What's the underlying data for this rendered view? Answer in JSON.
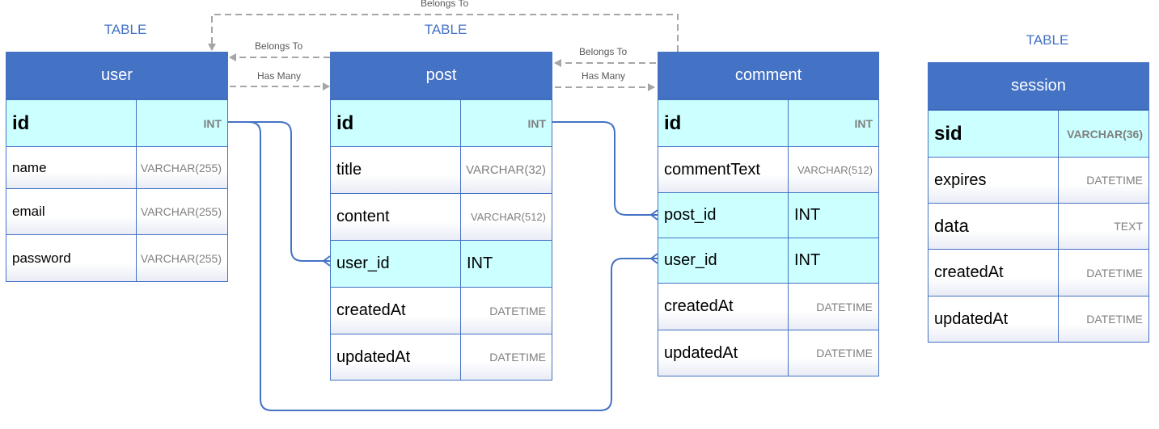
{
  "header_labels": [
    "TABLE",
    "TABLE",
    "TABLE"
  ],
  "tables": [
    {
      "name": "user",
      "columns": [
        {
          "name": "id",
          "type": "INT",
          "kind": "pk"
        },
        {
          "name": "name",
          "type": "VARCHAR(255)",
          "kind": "plain"
        },
        {
          "name": "email",
          "type": "VARCHAR(255)",
          "kind": "plain"
        },
        {
          "name": "password",
          "type": "VARCHAR(255)",
          "kind": "plain"
        }
      ]
    },
    {
      "name": "post",
      "columns": [
        {
          "name": "id",
          "type": "INT",
          "kind": "pk"
        },
        {
          "name": "title",
          "type": "VARCHAR(32)",
          "kind": "plain"
        },
        {
          "name": "content",
          "type": "VARCHAR(512)",
          "kind": "plain"
        },
        {
          "name": "user_id",
          "type": "INT",
          "kind": "fk"
        },
        {
          "name": "createdAt",
          "type": "DATETIME",
          "kind": "plain"
        },
        {
          "name": "updatedAt",
          "type": "DATETIME",
          "kind": "plain"
        }
      ]
    },
    {
      "name": "comment",
      "columns": [
        {
          "name": "id",
          "type": "INT",
          "kind": "pk"
        },
        {
          "name": "commentText",
          "type": "VARCHAR(512)",
          "kind": "plain"
        },
        {
          "name": "post_id",
          "type": "INT",
          "kind": "fk"
        },
        {
          "name": "user_id",
          "type": "INT",
          "kind": "fk"
        },
        {
          "name": "createdAt",
          "type": "DATETIME",
          "kind": "plain"
        },
        {
          "name": "updatedAt",
          "type": "DATETIME",
          "kind": "plain"
        }
      ]
    },
    {
      "name": "session",
      "columns": [
        {
          "name": "sid",
          "type": "VARCHAR(36)",
          "kind": "pk"
        },
        {
          "name": "expires",
          "type": "DATETIME",
          "kind": "plain"
        },
        {
          "name": "data",
          "type": "TEXT",
          "kind": "plain"
        },
        {
          "name": "createdAt",
          "type": "DATETIME",
          "kind": "plain"
        },
        {
          "name": "updatedAt",
          "type": "DATETIME",
          "kind": "plain"
        }
      ]
    }
  ],
  "relationships": [
    {
      "from": "comment",
      "to": "user",
      "label": "Belongs To"
    },
    {
      "from": "post",
      "to": "user",
      "label": "Belongs To"
    },
    {
      "from": "user",
      "to": "post",
      "label": "Has Many"
    },
    {
      "from": "comment",
      "to": "post",
      "label": "Belongs To"
    },
    {
      "from": "post",
      "to": "comment",
      "label": "Has Many"
    }
  ],
  "colors": {
    "header": "#4472c4",
    "border": "#4472c4",
    "key_row": "#ccffff",
    "connector": "#4472c4",
    "relation_line": "#a6a6a6",
    "label_text": "#4472c4"
  }
}
